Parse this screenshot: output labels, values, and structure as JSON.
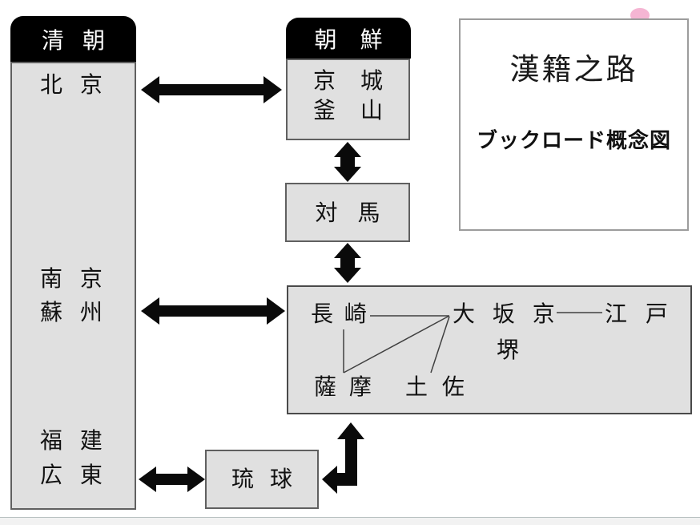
{
  "legend": {
    "title": "漢籍之路",
    "subtitle": "ブックロード概念図"
  },
  "nodes": {
    "qing": {
      "header": "清 朝",
      "beijing": "北 京",
      "nanjing": "南 京",
      "suzhou": "蘇 州",
      "fujian": "福 建",
      "guangdong": "広 東"
    },
    "korea": {
      "header": "朝 鮮",
      "keijo": "京 城",
      "busan": "釜 山"
    },
    "tsushima": {
      "label": "対 馬"
    },
    "japan": {
      "nagasaki": "長 崎",
      "osaka_kyoto": "大 坂 京",
      "edo": "江 戸",
      "sakai": "堺",
      "satsuma": "薩 摩",
      "tosa": "土 佐"
    },
    "ryukyu": {
      "label": "琉 球"
    }
  },
  "connections": [
    {
      "from": "北京",
      "to": "京城・釜山",
      "style": "thick-double-arrow"
    },
    {
      "from": "京城・釜山",
      "to": "対馬",
      "style": "thick-double-arrow"
    },
    {
      "from": "対馬",
      "to": "長崎",
      "style": "thick-double-arrow"
    },
    {
      "from": "南京・蘇州",
      "to": "長崎",
      "style": "thick-double-arrow"
    },
    {
      "from": "福建・広東",
      "to": "琉球",
      "style": "thick-double-arrow"
    },
    {
      "from": "琉球",
      "to": "薩摩",
      "style": "thick-double-elbow-arrow"
    },
    {
      "from": "長崎",
      "to": "大坂",
      "style": "thin-line"
    },
    {
      "from": "長崎",
      "to": "薩摩",
      "style": "thin-line"
    },
    {
      "from": "薩摩",
      "to": "大坂",
      "style": "thin-line"
    },
    {
      "from": "土佐",
      "to": "大坂",
      "style": "thin-line"
    },
    {
      "from": "京",
      "to": "江戸",
      "style": "thin-line"
    }
  ],
  "colors": {
    "box_fill": "#e0e0e0",
    "box_border": "#606060",
    "header_fill": "#000000",
    "header_text": "#ffffff",
    "arrow": "#0a0a0a",
    "panel_border": "#9c9c9c",
    "pink_accent": "#f5b5d3",
    "footer_strip": "#f2f2f2"
  }
}
